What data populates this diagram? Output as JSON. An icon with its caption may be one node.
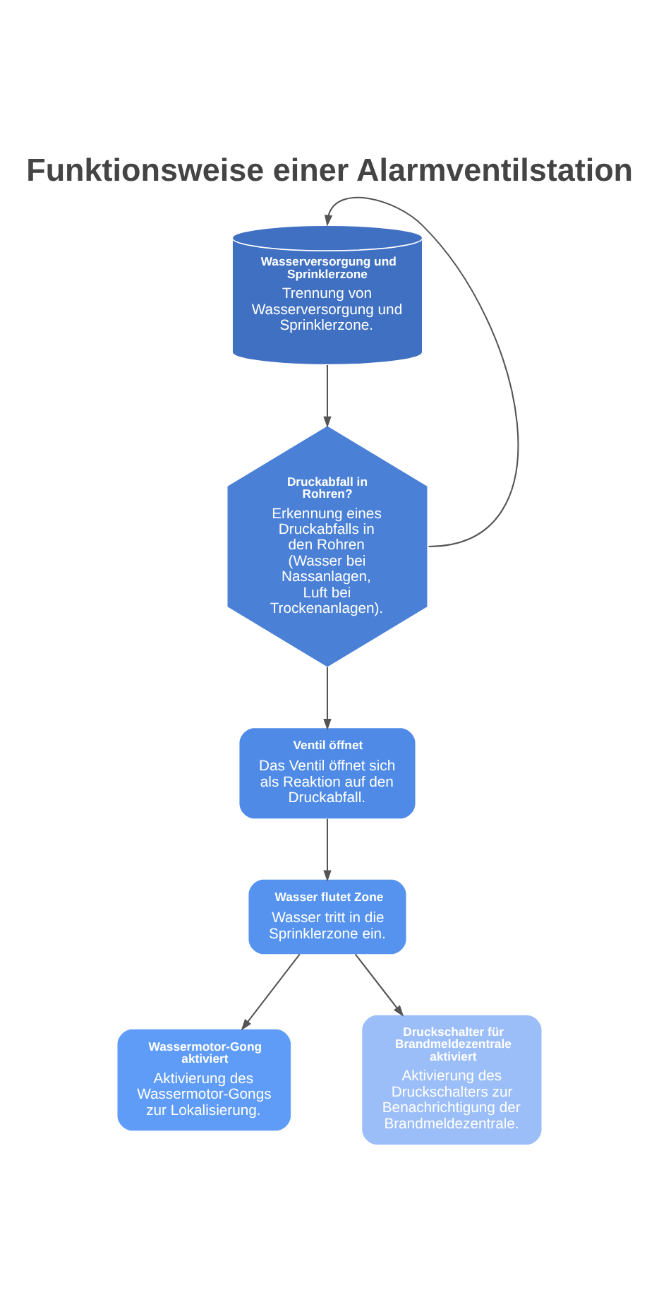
{
  "diagram": {
    "title": "Funktionsweise einer Alarmventilstation",
    "nodes": [
      {
        "text": [
          "Wasserversorgung und Sprinklerzone",
          "Trennung von Wasserversorgung und Sprinklerzone."
        ]
      },
      {
        "text": [
          "Druckabfall in Rohren?",
          "Erkennung eines Druckabfalls in den Rohren (Wasser bei Nassanlagen, Luft bei Trockenanlagen)."
        ]
      },
      {
        "text": [
          "Ventil öffnet",
          "Das Ventil öffnet sich als Reaktion auf den Druckabfall."
        ]
      },
      {
        "text": [
          "Wasser flutet Zone",
          "Wasser tritt in die Sprinklerzone ein."
        ]
      },
      {
        "text": [
          "Wassermotor-Gong aktiviert",
          "Aktivierung des Wassermotor-Gongs zur Lokalisierung."
        ]
      },
      {
        "text": [
          "Druckschalter für Brandmeldezentrale aktiviert",
          "Aktivierung des Druckschalters zur Benachrichtigung der Brandmeldezentrale."
        ]
      }
    ],
    "edges": [
      {
        "from": 0,
        "to": 1,
        "arrow": "to"
      },
      {
        "from": 1,
        "to": 0,
        "arrow": "to"
      },
      {
        "from": 1,
        "to": 2,
        "arrow": "to"
      },
      {
        "from": 2,
        "to": 3,
        "arrow": "to"
      },
      {
        "from": 3,
        "to": 4,
        "arrow": "to"
      },
      {
        "from": 3,
        "to": 5,
        "arrow": "to"
      }
    ]
  }
}
